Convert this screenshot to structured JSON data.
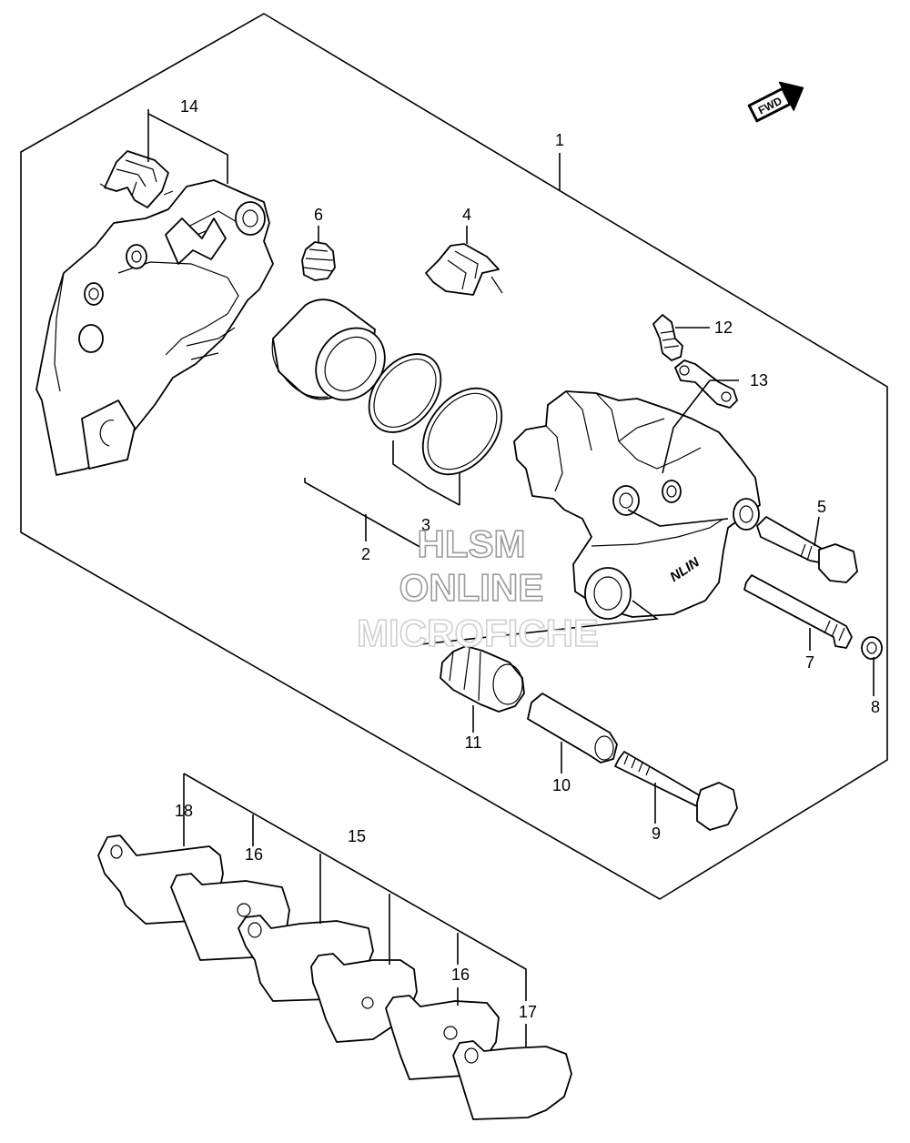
{
  "fwd_badge": "FWD",
  "callouts": {
    "c1": "1",
    "c2": "2",
    "c3": "3",
    "c4": "4",
    "c5": "5",
    "c6": "6",
    "c7": "7",
    "c8": "8",
    "c9": "9",
    "c10": "10",
    "c11": "11",
    "c12": "12",
    "c13": "13",
    "c14": "14",
    "c15": "15",
    "c16a": "16",
    "c16b": "16",
    "c17": "17",
    "c18": "18"
  },
  "caliper_mark": "NLIN",
  "watermark": {
    "line1": "HLSM",
    "line2": "ONLINE",
    "line3": "MICROFICHE"
  }
}
